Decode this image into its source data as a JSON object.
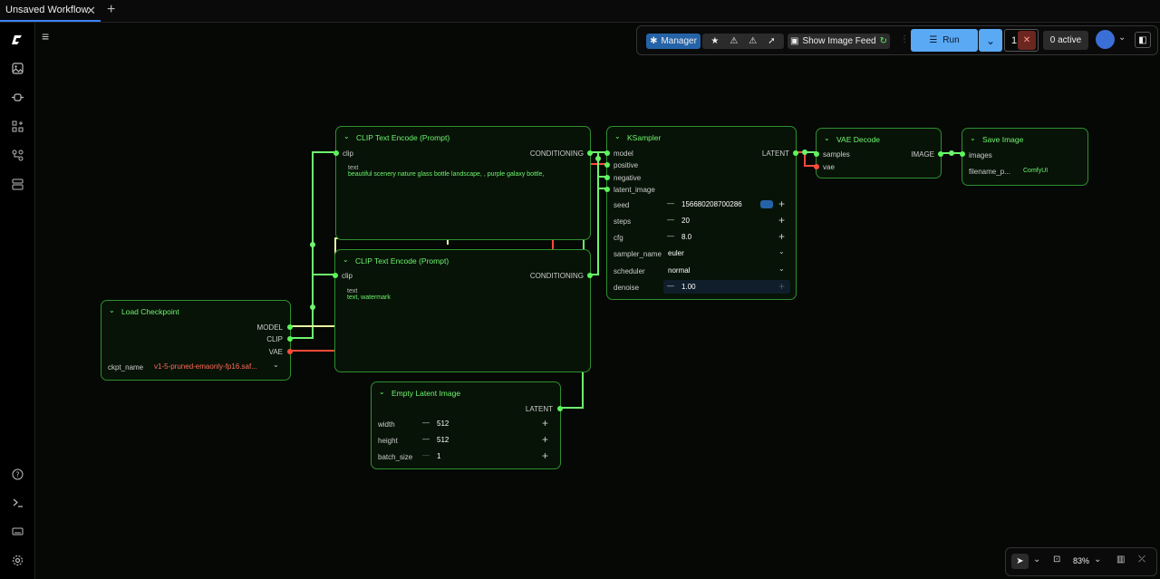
{
  "tab": {
    "title": "Unsaved Workflow",
    "close": "✕",
    "add": "+"
  },
  "toolbar": {
    "manager": "Manager",
    "show_image_feed": "Show Image Feed",
    "run": "Run",
    "batch_count": "1",
    "active": "0 active"
  },
  "zoom": {
    "level": "83%"
  },
  "nodes": {
    "clip1": {
      "title": "CLIP Text Encode (Prompt)",
      "input": "clip",
      "output": "CONDITIONING",
      "text_label": "text",
      "text_value": "beautiful scenery nature glass bottle landscape, , purple galaxy bottle,"
    },
    "clip2": {
      "title": "CLIP Text Encode (Prompt)",
      "input": "clip",
      "output": "CONDITIONING",
      "text_label": "text",
      "text_value": "text, watermark"
    },
    "ksampler": {
      "title": "KSampler",
      "inputs": [
        "model",
        "positive",
        "negative",
        "latent_image"
      ],
      "output": "LATENT",
      "widgets": {
        "seed": {
          "label": "seed",
          "value": "156680208700286"
        },
        "steps": {
          "label": "steps",
          "value": "20"
        },
        "cfg": {
          "label": "cfg",
          "value": "8.0"
        },
        "sampler_name": {
          "label": "sampler_name",
          "value": "euler"
        },
        "scheduler": {
          "label": "scheduler",
          "value": "normal"
        },
        "denoise": {
          "label": "denoise",
          "value": "1.00"
        }
      }
    },
    "vae_decode": {
      "title": "VAE Decode",
      "inputs": [
        "samples",
        "vae"
      ],
      "output": "IMAGE"
    },
    "save_image": {
      "title": "Save Image",
      "input": "images",
      "filename_label": "filename_p...",
      "filename_value": "ComfyUI"
    },
    "load_checkpoint": {
      "title": "Load Checkpoint",
      "outputs": [
        "MODEL",
        "CLIP",
        "VAE"
      ],
      "ckpt_label": "ckpt_name",
      "ckpt_value": "v1-5-pruned-emaonly-fp16.saf..."
    },
    "empty_latent": {
      "title": "Empty Latent Image",
      "output": "LATENT",
      "widgets": {
        "width": {
          "label": "width",
          "value": "512"
        },
        "height": {
          "label": "height",
          "value": "512"
        },
        "batch_size": {
          "label": "batch_size",
          "value": "1"
        }
      }
    }
  },
  "colors": {
    "accent": "#3b82f6",
    "node_border": "#2f8f2f",
    "wire_green": "#6ef56e",
    "wire_red": "#ff4a3a",
    "run_bg": "#5aa9f5",
    "manager_bg": "#2563a8"
  }
}
